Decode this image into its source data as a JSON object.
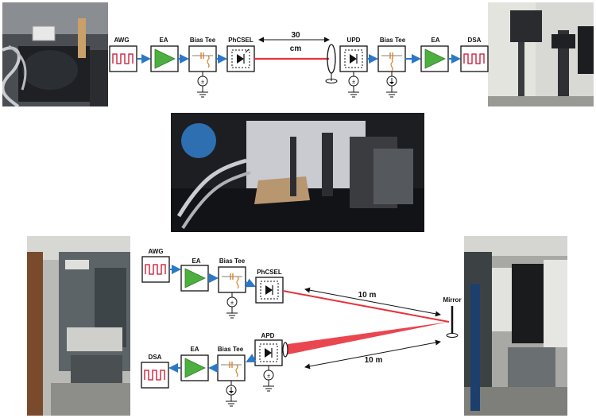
{
  "colors": {
    "laser_beam": "#e8323c",
    "signal_arrow": "#2a78c6",
    "amplifier": "#4caf3f",
    "bias_tee_inductor": "#d9822b",
    "waveform": "#c8102e"
  },
  "top_setup": {
    "blocks": {
      "awg": "AWG",
      "ea_tx": "EA",
      "bias_tee_tx": "Bias Tee",
      "phcsel": "PhCSEL",
      "upd": "UPD",
      "bias_tee_rx": "Bias Tee",
      "ea_rx": "EA",
      "dsa": "DSA"
    },
    "distance_value": "30",
    "distance_unit": "cm"
  },
  "bottom_setup": {
    "blocks": {
      "awg": "AWG",
      "ea_tx": "EA",
      "bias_tee_tx": "Bias Tee",
      "phcsel": "PhCSEL",
      "apd": "APD",
      "bias_tee_rx": "Bias Tee",
      "ea_rx": "EA",
      "dsa": "DSA"
    },
    "mirror": "Mirror",
    "distance_out": "10 m",
    "distance_back": "10 m"
  },
  "photos": {
    "top_left": "lab-photo-transmitter",
    "top_right": "lab-photo-receiver",
    "center": "lab-photo-bench",
    "bottom_left": "lab-photo-corridor-left",
    "bottom_right": "lab-photo-corridor-right"
  }
}
